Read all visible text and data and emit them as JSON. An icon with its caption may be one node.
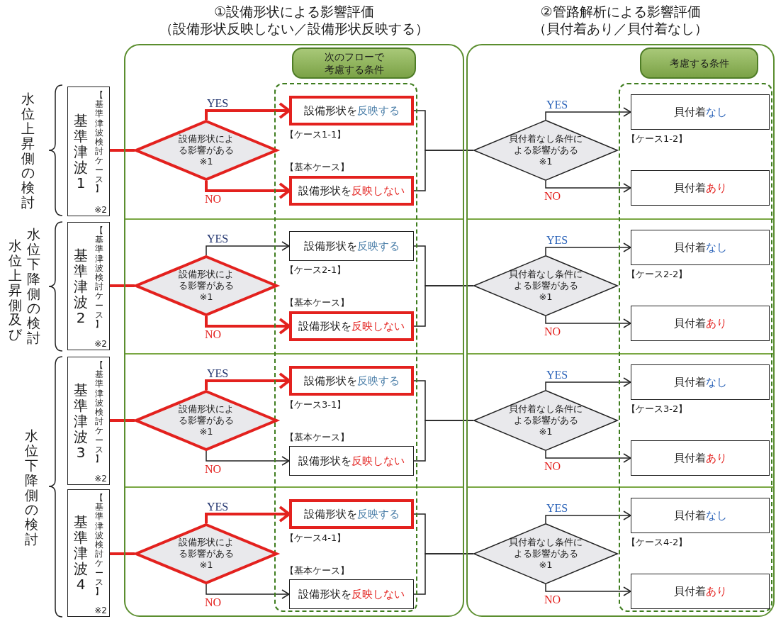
{
  "diagram": {
    "nodes": [
      {
        "text": [
          "①設備形状による影響評価",
          "（設備形状反映しない／設備形状反映する）"
        ]
      },
      {
        "text": [
          "②管路解析による影響評価",
          "（貝付着あり／貝付着なし）"
        ]
      },
      {
        "text": [
          "次のフローで考慮する条件"
        ],
        "in": 0
      },
      {
        "text": [],
        "shape": "box",
        "in": 0
      },
      {
        "text": [
          "考慮する条件"
        ],
        "in": 1
      },
      {
        "text": [],
        "shape": "box",
        "in": 1
      },
      {
        "text": [
          "基準津波1",
          "【基準津波検討ケース】",
          "※2"
        ]
      },
      {
        "text": [
          "設備形状による影響がある",
          "※1"
        ],
        "in": 0
      },
      {
        "text": [
          "設備形状を",
          "反映する"
        ],
        "in": 3,
        "beside": [
          "【ケース1-1】"
        ]
      },
      {
        "text": [
          "設備形状を",
          "反映しない"
        ],
        "in": 3,
        "beside": [
          "【基本ケース】"
        ]
      },
      {
        "text": [
          "貝付着なし条件による影響がある",
          "※1"
        ],
        "in": 1
      },
      {
        "text": [
          "貝付着",
          "なし"
        ],
        "in": 5,
        "beside": [
          "【ケース1-2】"
        ]
      },
      {
        "text": [
          "貝付着",
          "あり"
        ],
        "in": 5
      },
      {
        "text": [
          "基準津波2",
          "【基準津波検討ケース】",
          "※2"
        ]
      },
      {
        "text": [
          "設備形状による影響がある",
          "※1"
        ],
        "in": 0
      },
      {
        "text": [
          "設備形状を",
          "反映する"
        ],
        "in": 3,
        "beside": [
          "【ケース2-1】"
        ]
      },
      {
        "text": [
          "設備形状を",
          "反映しない"
        ],
        "in": 3,
        "beside": [
          "【基本ケース】"
        ]
      },
      {
        "text": [
          "貝付着なし条件による影響がある",
          "※1"
        ],
        "in": 1
      },
      {
        "text": [
          "貝付着",
          "なし"
        ],
        "in": 5,
        "beside": [
          "【ケース2-2】"
        ]
      },
      {
        "text": [
          "貝付着",
          "あり"
        ],
        "in": 5
      },
      {
        "text": [
          "基準津波3",
          "【基準津波検討ケース】",
          "※2"
        ]
      },
      {
        "text": [
          "設備形状による影響がある",
          "※1"
        ],
        "in": 0
      },
      {
        "text": [
          "設備形状を",
          "反映する"
        ],
        "in": 3,
        "beside": [
          "【ケース3-1】"
        ]
      },
      {
        "text": [
          "設備形状を",
          "反映しない"
        ],
        "in": 3,
        "beside": [
          "【基本ケース】"
        ]
      },
      {
        "text": [
          "貝付着なし条件による影響がある",
          "※1"
        ],
        "in": 1
      },
      {
        "text": [
          "貝付着",
          "なし"
        ],
        "in": 5,
        "beside": [
          "【ケース3-2】"
        ]
      },
      {
        "text": [
          "貝付着",
          "あり"
        ],
        "in": 5
      },
      {
        "text": [
          "基準津波4",
          "【基準津波検討ケース】",
          "※2"
        ]
      },
      {
        "text": [
          "設備形状による影響がある",
          "※1"
        ],
        "in": 0
      },
      {
        "text": [
          "設備形状を",
          "反映する"
        ],
        "in": 3,
        "beside": [
          "【ケース4-1】"
        ]
      },
      {
        "text": [
          "設備形状を",
          "反映しない"
        ],
        "in": 3,
        "beside": [
          "【基本ケース】"
        ]
      },
      {
        "text": [
          "貝付着なし条件による影響がある",
          "※1"
        ],
        "in": 1
      },
      {
        "text": [
          "貝付着",
          "なし"
        ],
        "in": 5,
        "beside": [
          "【ケース4-2】"
        ]
      },
      {
        "text": [
          "貝付着",
          "あり"
        ],
        "in": 5
      }
    ],
    "edges": [
      {
        "from": 6,
        "to": 7,
        "arrow": "none",
        "style": "thick",
        "color": "#e3211e"
      },
      {
        "from": 7,
        "to": 8,
        "arrow": "to",
        "label": "YES",
        "style": "thick",
        "color": "#e3211e"
      },
      {
        "from": 7,
        "to": 9,
        "arrow": "to",
        "label": "NO",
        "style": "thick",
        "color": "#e3211e"
      },
      {
        "from": 8,
        "to": 10,
        "arrow": "none"
      },
      {
        "from": 9,
        "to": 10,
        "arrow": "none"
      },
      {
        "from": 10,
        "to": 11,
        "arrow": "to",
        "label": "YES"
      },
      {
        "from": 10,
        "to": 12,
        "arrow": "to",
        "label": "NO"
      },
      {
        "from": 13,
        "to": 14,
        "arrow": "none",
        "style": "thick",
        "color": "#e3211e"
      },
      {
        "from": 14,
        "to": 15,
        "arrow": "to",
        "label": "YES"
      },
      {
        "from": 14,
        "to": 16,
        "arrow": "to",
        "label": "NO",
        "style": "thick",
        "color": "#e3211e"
      },
      {
        "from": 15,
        "to": 17,
        "arrow": "none"
      },
      {
        "from": 16,
        "to": 17,
        "arrow": "none"
      },
      {
        "from": 17,
        "to": 18,
        "arrow": "to",
        "label": "YES"
      },
      {
        "from": 17,
        "to": 19,
        "arrow": "to",
        "label": "NO"
      },
      {
        "from": 20,
        "to": 21,
        "arrow": "none",
        "style": "thick",
        "color": "#e3211e"
      },
      {
        "from": 21,
        "to": 22,
        "arrow": "to",
        "label": "YES",
        "style": "thick",
        "color": "#e3211e"
      },
      {
        "from": 21,
        "to": 23,
        "arrow": "to",
        "label": "NO"
      },
      {
        "from": 22,
        "to": 24,
        "arrow": "none"
      },
      {
        "from": 23,
        "to": 24,
        "arrow": "none"
      },
      {
        "from": 24,
        "to": 25,
        "arrow": "to",
        "label": "YES"
      },
      {
        "from": 24,
        "to": 26,
        "arrow": "to",
        "label": "NO"
      },
      {
        "from": 27,
        "to": 28,
        "arrow": "none",
        "style": "thick",
        "color": "#e3211e"
      },
      {
        "from": 28,
        "to": 29,
        "arrow": "to",
        "label": "YES",
        "style": "thick",
        "color": "#e3211e"
      },
      {
        "from": 28,
        "to": 30,
        "arrow": "to",
        "label": "NO"
      },
      {
        "from": 29,
        "to": 31,
        "arrow": "none"
      },
      {
        "from": 30,
        "to": 31,
        "arrow": "none"
      },
      {
        "from": 31,
        "to": 32,
        "arrow": "to",
        "label": "YES"
      },
      {
        "from": 31,
        "to": 33,
        "arrow": "to",
        "label": "NO"
      }
    ],
    "labels": [
      "水位上昇側の検討",
      "水位上昇側及び",
      "水位下降側の検討",
      "水位下降側の検討"
    ]
  }
}
